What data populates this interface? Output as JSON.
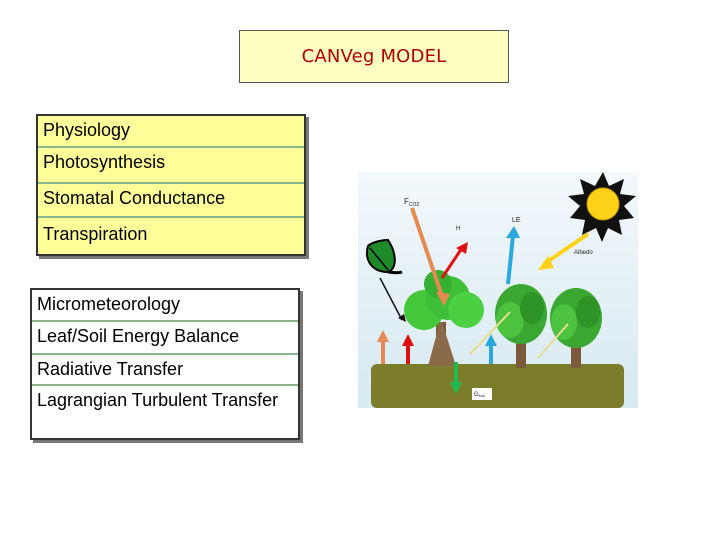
{
  "title": "CANVeg MODEL",
  "physiology": {
    "items": [
      "Physiology",
      "Photosynthesis",
      "Stomatal Conductance",
      "Transpiration"
    ]
  },
  "micrometeorology": {
    "items": [
      "Micrometeorology",
      "Leaf/Soil Energy Balance",
      "Radiative Transfer",
      "Lagrangian Turbulent Transfer"
    ]
  },
  "figure": {
    "labels": {
      "fco2": "F",
      "fco2_sub": "CO2",
      "h": "H",
      "le": "LE",
      "albedo": "Albedo",
      "gsoil": "G",
      "gsoil_sub": "soil"
    }
  }
}
